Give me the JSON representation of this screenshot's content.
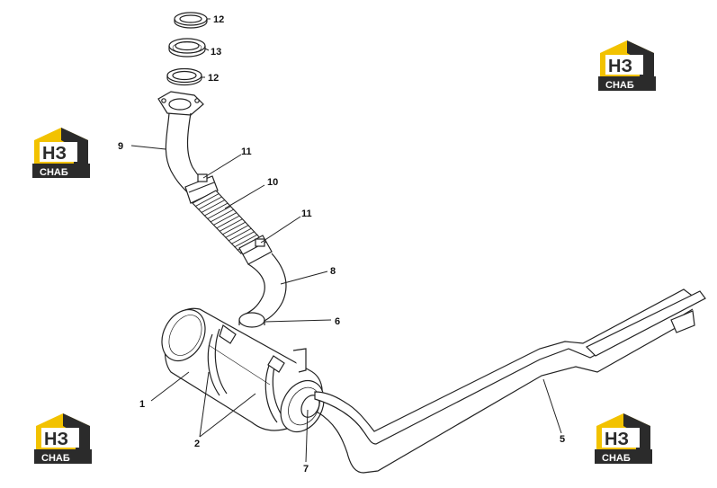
{
  "diagram": {
    "callouts": {
      "p1": "1",
      "p2": "2",
      "p5": "5",
      "p6": "6",
      "p7": "7",
      "p8": "8",
      "p9": "9",
      "p10": "10",
      "p11a": "11",
      "p11b": "11",
      "p12a": "12",
      "p12b": "12",
      "p13": "13"
    }
  },
  "logo": {
    "letters": "НЗ",
    "word": "СНАБ",
    "colors": {
      "yellow": "#F2C200",
      "dark": "#2B2B2B",
      "white": "#FFFFFF"
    }
  }
}
